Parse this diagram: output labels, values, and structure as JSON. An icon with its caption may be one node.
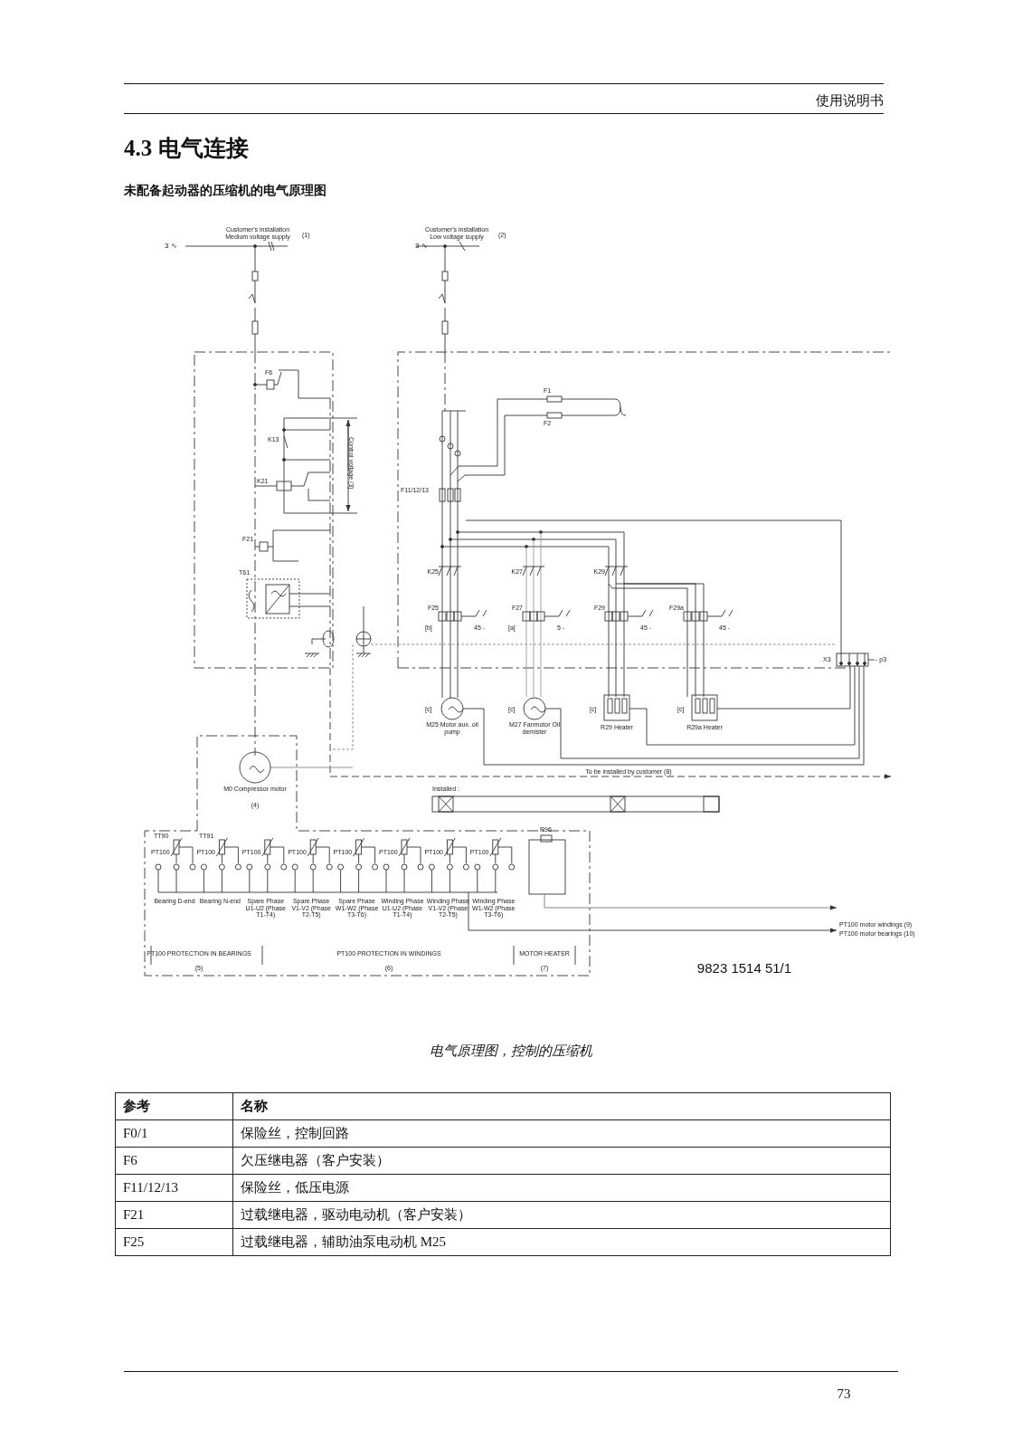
{
  "diagram": {
    "title": "4.3 电气连接",
    "caption": "电气原理图，控制的压缩机",
    "labels": [
      "使用说明书",
      "未配备起动器的压缩机的电气原理图",
      "Customer's installation Medium voltage supply",
      "(1)",
      "3 ∿",
      "Customer's installation Low voltage supply",
      "(2)",
      "3 ∿",
      "F6",
      "K13",
      "K21",
      "Control voltage (3)",
      "F21",
      "T61",
      "F11/12/13",
      "F1",
      "F2",
      "K25",
      "K27",
      "K29",
      "F25",
      "F27",
      "F29",
      "F29a",
      "[b]",
      "45 -",
      "[a]",
      "5 -",
      "45 -",
      "45 -",
      "X3",
      "- p3",
      "[c]",
      "M25 Motor aux. oil pump",
      "[c]",
      "M27 Fanmotor Oil demister",
      "[c]",
      "R29 Heater",
      "[c]",
      "R29a Heater",
      "To be installed by customer (8)",
      "M0 Compressor motor",
      "(4)",
      "Installed :",
      "TT90",
      "TT91",
      "PT100",
      "PT100",
      "PT100",
      "PT100",
      "PT100",
      "PT100",
      "PT100",
      "PT100",
      "R96",
      "Bearing D-end",
      "Bearing N-end",
      "Spare Phase U1-U2 (Phase T1-T4)",
      "Spare Phase V1-V2 (Phase T2-T5)",
      "Spare Phase W1-W2 (Phase T3-T6)",
      "Winding Phase U1-U2 (Phase T1-T4)",
      "Winding Phase V1-V2 (Phase T2-T5)",
      "Winding Phase W1-W2 (Phase T3-T6)",
      "PT100 PROTECTION IN BEARINGS",
      "(5)",
      "PT100 PROTECTION IN WINDINGS",
      "(6)",
      "MOTOR HEATER",
      "(7)",
      "PT100 motor windings (9)",
      "PT100 motor bearings (10)",
      "9823 1514 51/1",
      "参考",
      "名称",
      "F0/1",
      "保险丝，控制回路",
      "F6",
      "欠压继电器（客户安装）",
      "F11/12/13",
      "保险丝，低压电源",
      "F21",
      "过载继电器，驱动电动机（客户安装）",
      "F25",
      "过载继电器，辅助油泵电动机 M25",
      "73"
    ]
  }
}
